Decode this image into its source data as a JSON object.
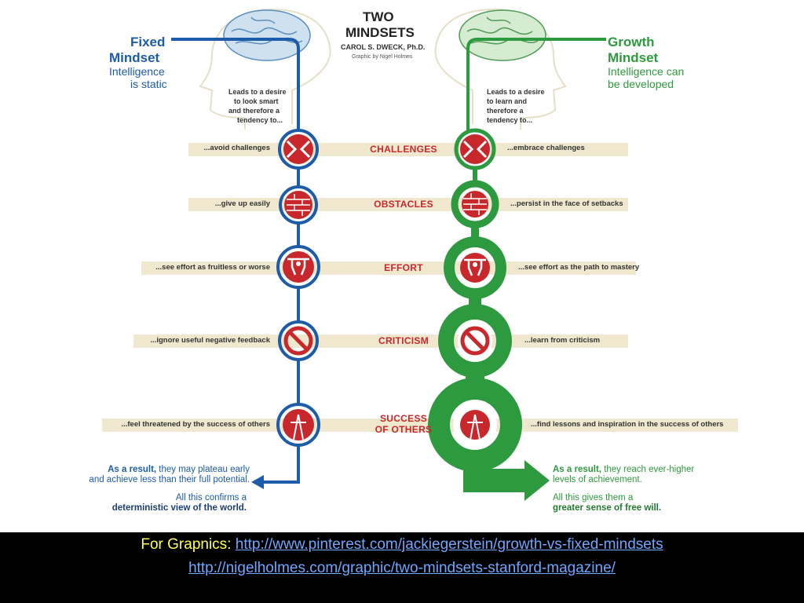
{
  "title": {
    "main_line1": "TWO",
    "main_line2": "MINDSETS",
    "author": "CAROL S. DWECK, Ph.D.",
    "credit": "Graphic by Nigel Holmes"
  },
  "fixed": {
    "heading_line1": "Fixed",
    "heading_line2": "Mindset",
    "subtitle_line1": "Intelligence",
    "subtitle_line2": "is static",
    "leads": [
      "Leads to a desire",
      "to look smart",
      "and therefore a",
      "tendency to..."
    ],
    "rows": [
      "...avoid challenges",
      "...give up easily",
      "...see effort as fruitless or worse",
      "...ignore useful negative feedback",
      "...feel threatened by the success of others"
    ],
    "result_bold": "As a result,",
    "result_rest1": " they may plateau early",
    "result_line2": "and achieve less than their full potential.",
    "confirms_line1": "All this confirms a",
    "confirms_line2": "deterministic view of the world."
  },
  "growth": {
    "heading_line1": "Growth",
    "heading_line2": "Mindset",
    "subtitle_line1": "Intelligence can",
    "subtitle_line2": "be developed",
    "leads": [
      "Leads to a desire",
      "to learn and",
      "therefore a",
      "tendency to..."
    ],
    "rows": [
      "...embrace challenges",
      "...persist in the face of setbacks",
      "...see effort as the path to mastery",
      "...learn from criticism",
      "...find lessons and inspiration in the success of others"
    ],
    "result_bold": "As a result,",
    "result_rest1": " they reach ever-higher",
    "result_line2": "levels of achievement.",
    "gives_line1": "All this gives them a",
    "gives_line2": "greater sense of free will."
  },
  "center_labels": [
    "CHALLENGES",
    "OBSTACLES",
    "EFFORT",
    "CRITICISM",
    "SUCCESS",
    "OF OTHERS"
  ],
  "icons": [
    "arrows-converging-icon",
    "brick-wall-icon",
    "weightlifter-icon",
    "prohibition-icon",
    "person-icon"
  ],
  "footer": {
    "label": "For Grapnics:",
    "link1": "http://www.pinterest.com/jackiegerstein/growth-vs-fixed-mindsets",
    "link2": "http://nigelholmes.com/graphic/two-mindsets-stanford-magazine/"
  },
  "colors": {
    "fixed": "#1d5ca8",
    "growth": "#2e9a3f",
    "accent_red": "#c8282c",
    "band": "#efe8cf"
  }
}
